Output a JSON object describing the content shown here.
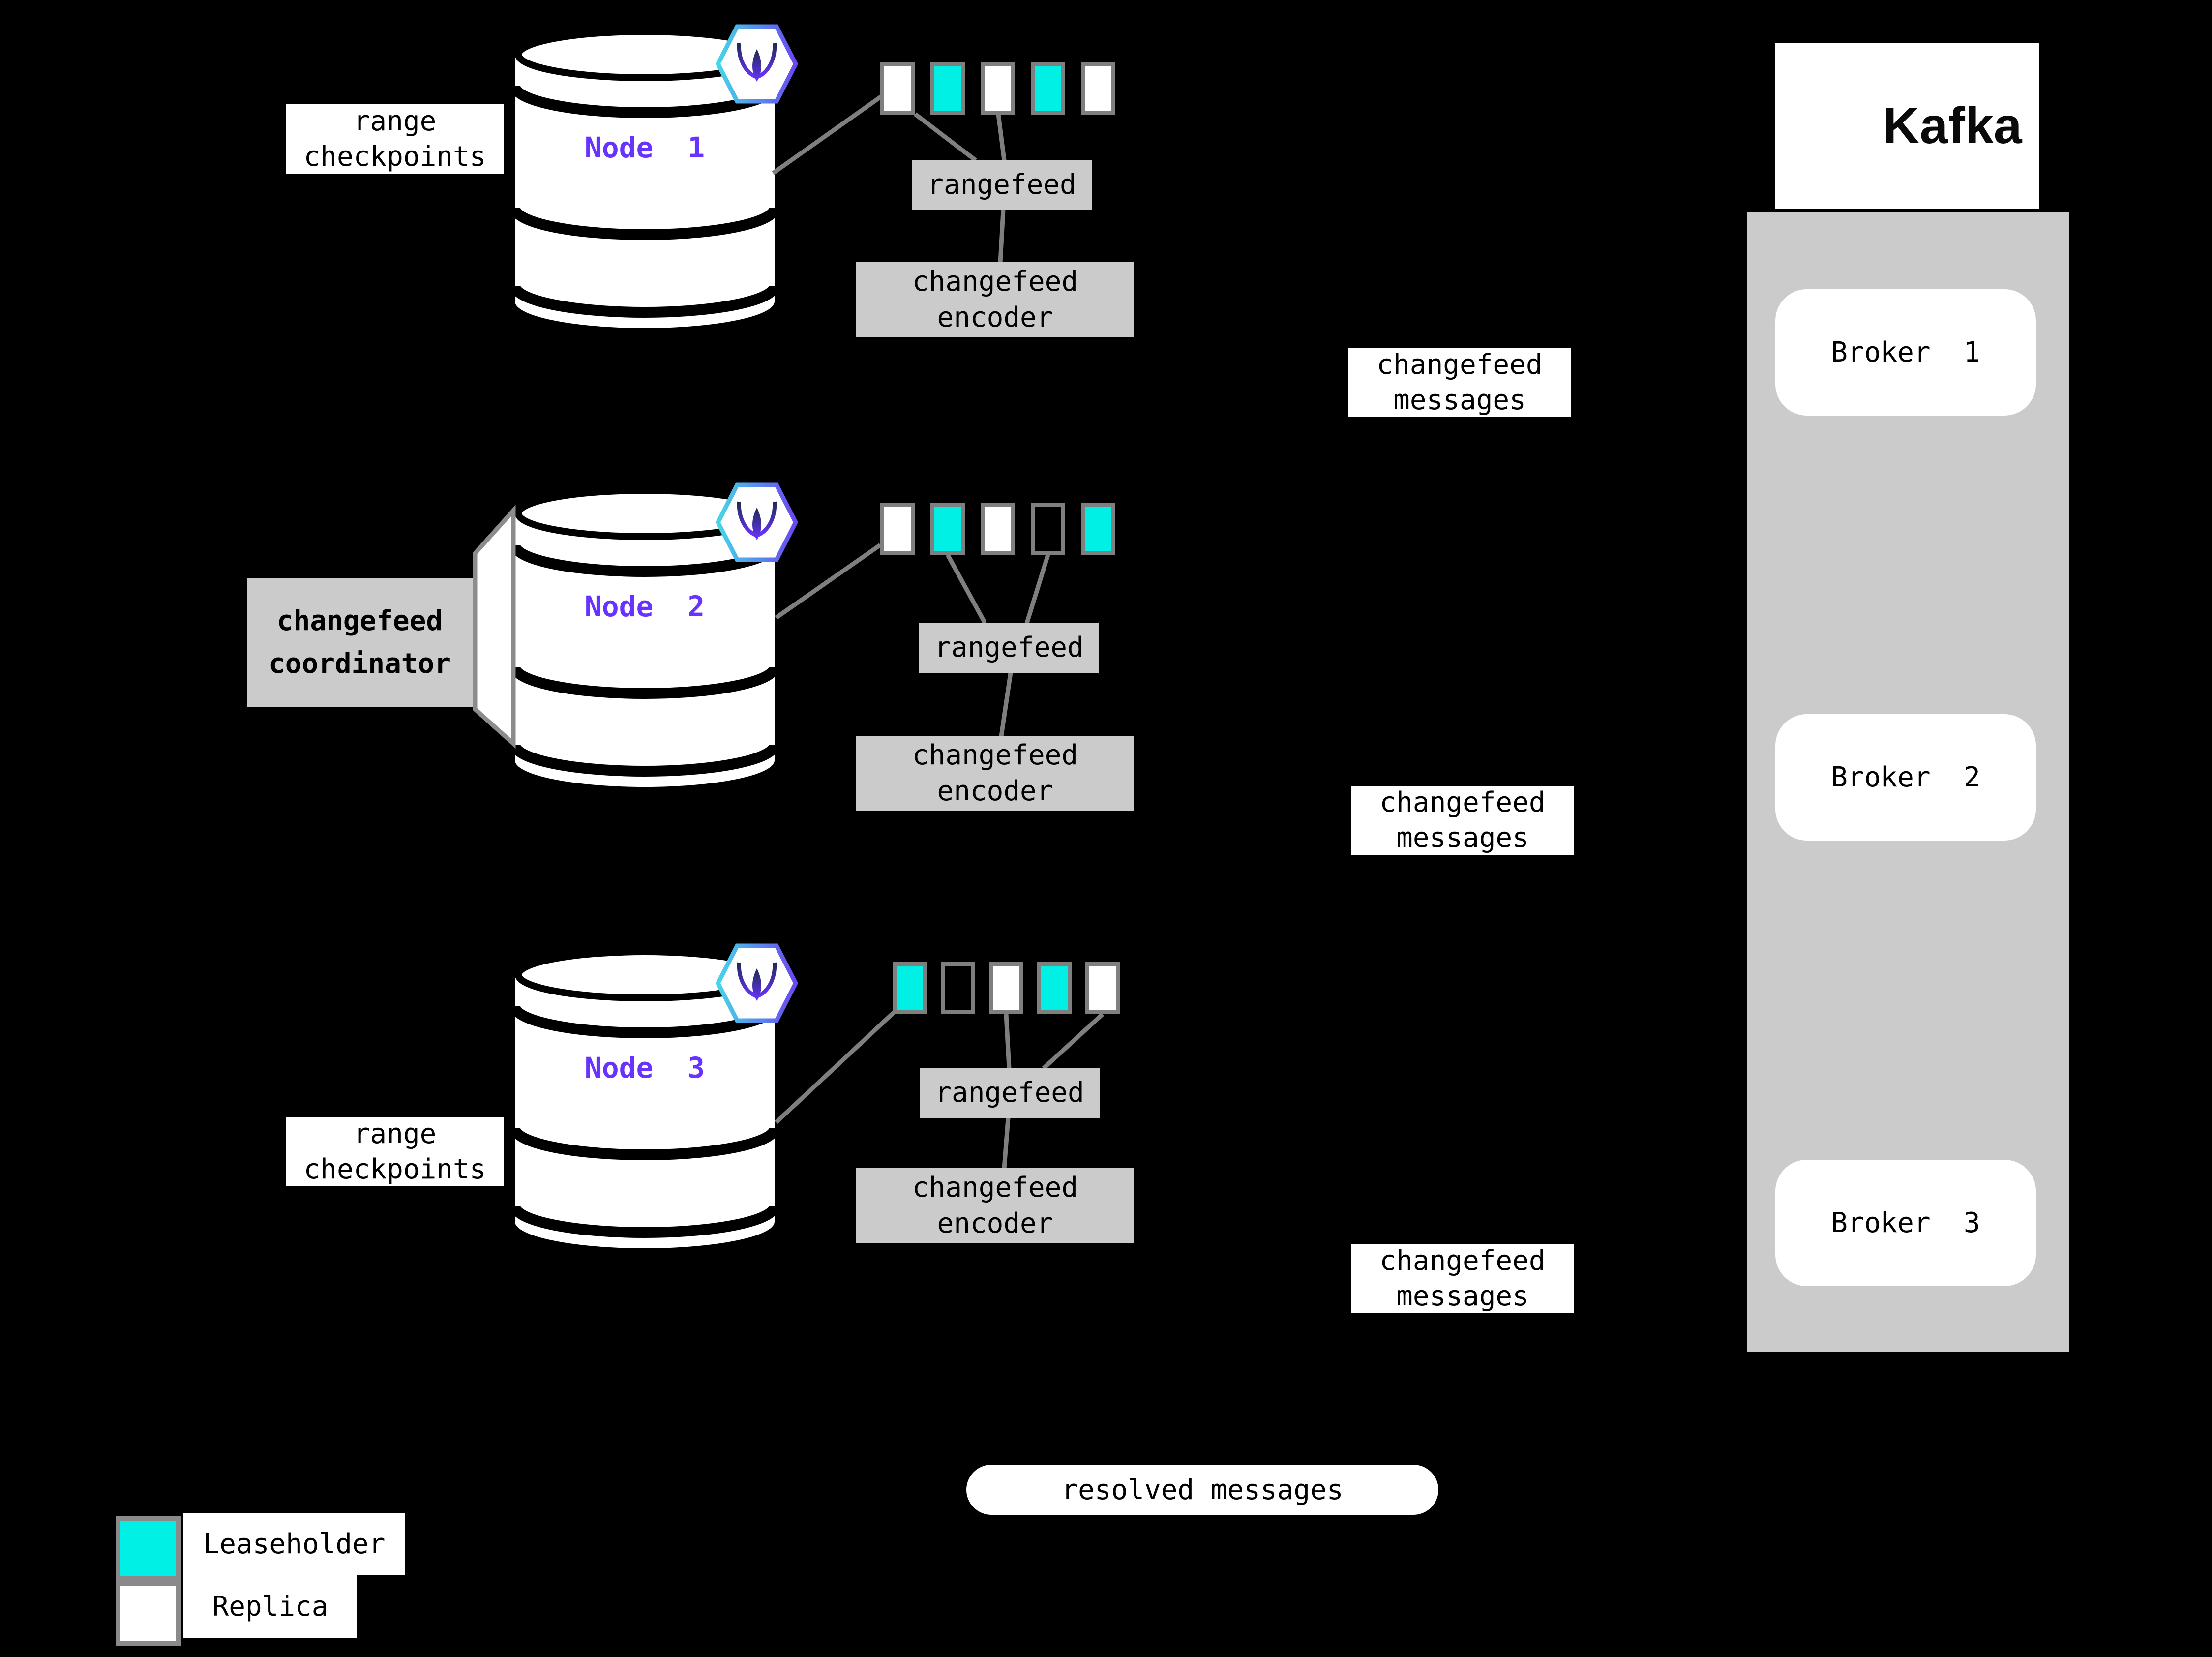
{
  "colors": {
    "background": "#000000",
    "leaseholder": "#00F0E6",
    "replica": "#FFFFFF",
    "panel": "#CBCBCB",
    "line": "#7F7F7F",
    "node_label": "#6933FF"
  },
  "labels": {
    "range_checkpoints": "range\ncheckpoints",
    "rangefeed": "rangefeed",
    "changefeed_encoder": "changefeed\nencoder",
    "changefeed_messages": "changefeed\nmessages",
    "changefeed_coordinator": "changefeed\ncoordinator",
    "resolved_messages": "resolved messages"
  },
  "nodes": [
    {
      "label": "Node  1",
      "squares": [
        "replica",
        "leaseholder",
        "replica",
        "leaseholder",
        "replica"
      ]
    },
    {
      "label": "Node  2",
      "squares": [
        "replica",
        "leaseholder",
        "replica",
        "empty",
        "leaseholder"
      ]
    },
    {
      "label": "Node  3",
      "squares": [
        "leaseholder",
        "empty",
        "replica",
        "leaseholder",
        "replica"
      ]
    }
  ],
  "kafka": {
    "title": "Kafka",
    "brokers": [
      {
        "label": "Broker  1"
      },
      {
        "label": "Broker  2"
      },
      {
        "label": "Broker  3"
      }
    ]
  },
  "legend": {
    "items": [
      {
        "label": "Leaseholder",
        "type": "leaseholder"
      },
      {
        "label": "Replica",
        "type": "replica"
      }
    ]
  }
}
